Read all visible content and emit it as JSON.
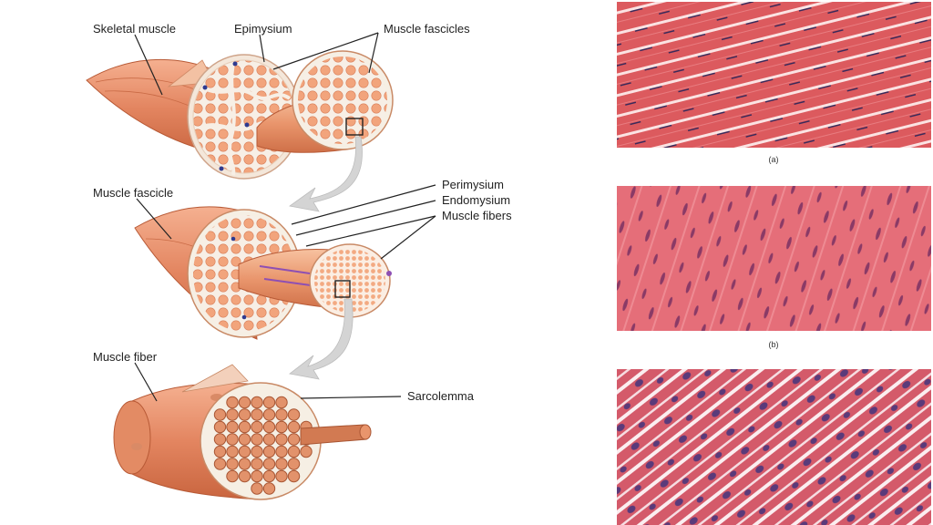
{
  "labels": {
    "skeletal_muscle": "Skeletal muscle",
    "epimysium": "Epimysium",
    "muscle_fascicles": "Muscle fascicles",
    "perimysium": "Perimysium",
    "endomysium": "Endomysium",
    "muscle_fibers": "Muscle fibers",
    "muscle_fascicle": "Muscle fascicle",
    "muscle_fiber": "Muscle fiber",
    "sarcolemma": "Sarcolemma"
  },
  "captions": {
    "a": "(a)",
    "b": "(b)"
  },
  "colors": {
    "muscle": "#e58a62",
    "muscle_light": "#f6b48e",
    "muscle_dark": "#c4623e",
    "fiber_fill": "#f4a77e",
    "connective": "#f7efe6",
    "nucleus_blue": "#2f3a8f",
    "arrow": "#d4d4d4",
    "histo_skeletal": "#d9585c",
    "histo_smooth": "#e86f7a",
    "histo_cardiac": "#d6606e"
  }
}
